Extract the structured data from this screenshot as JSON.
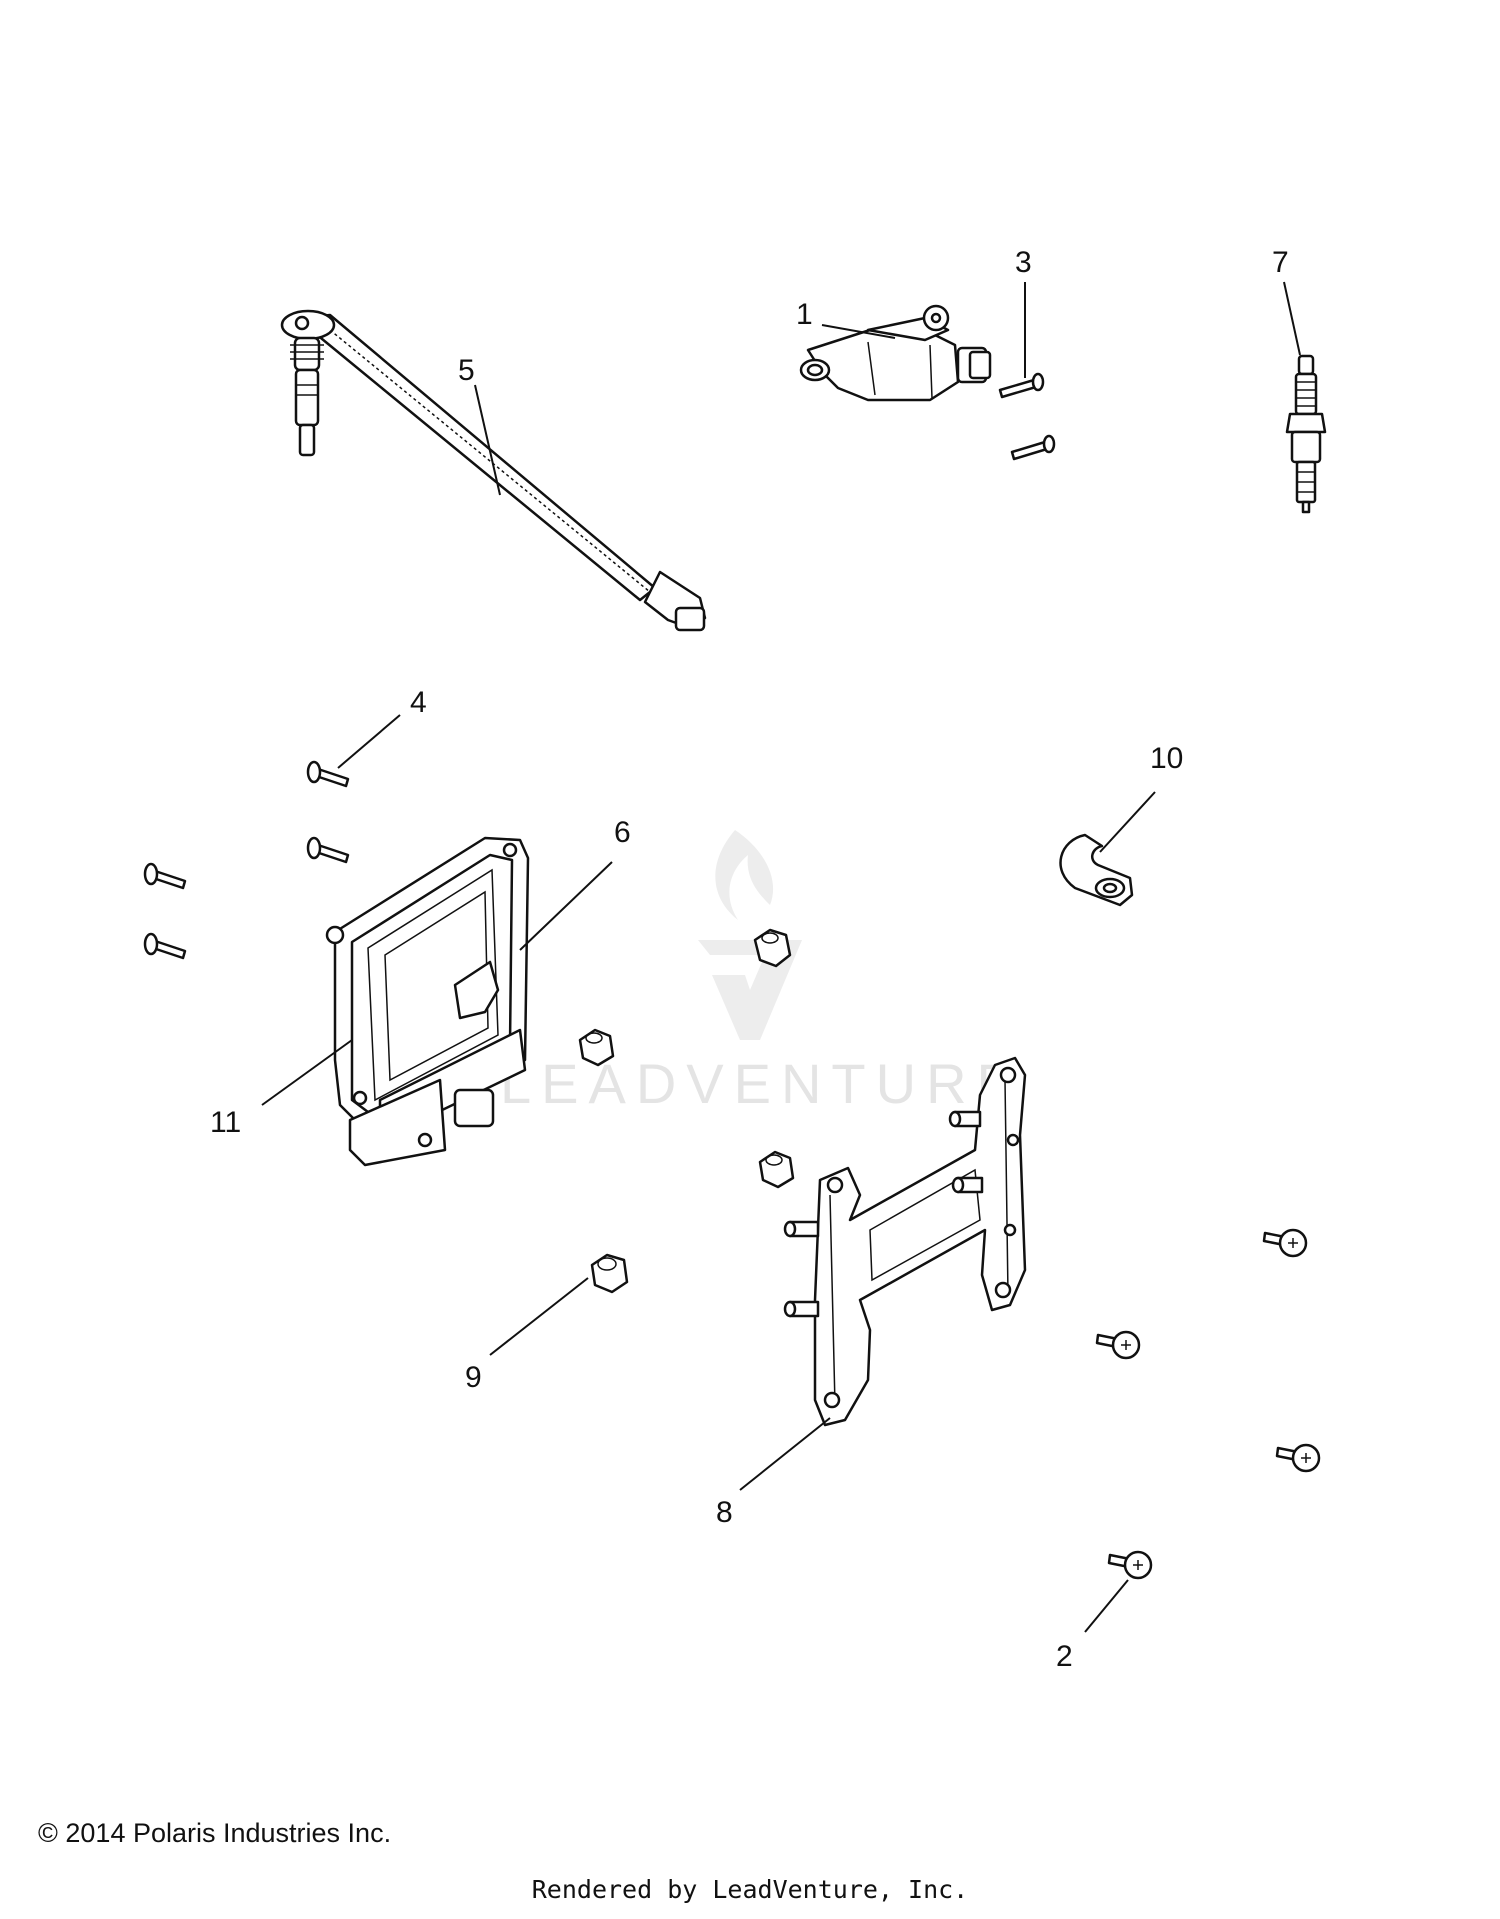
{
  "watermark": {
    "text": "LEADVENTURE"
  },
  "callouts": [
    "1",
    "2",
    "3",
    "4",
    "5",
    "6",
    "7",
    "8",
    "9",
    "10",
    "11"
  ],
  "footer": {
    "copyright": "© 2014 Polaris Industries Inc.",
    "rendered_by": "Rendered by LeadVenture, Inc."
  }
}
